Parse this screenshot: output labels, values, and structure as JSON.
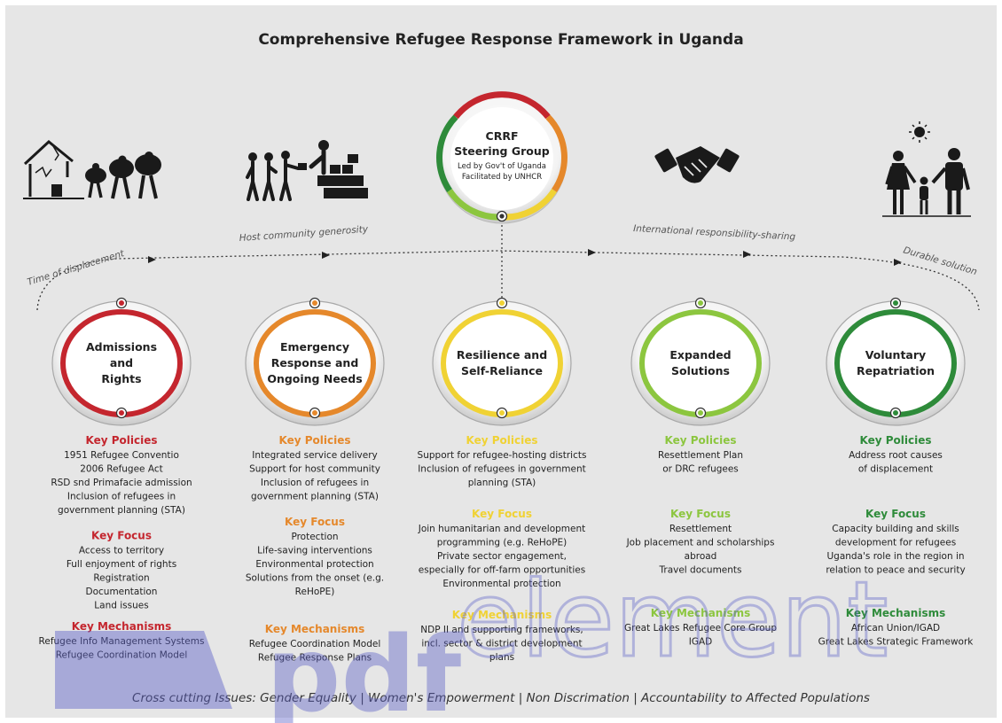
{
  "title": "Comprehensive Refugee Response Framework in Uganda",
  "steering": {
    "title_line1": "CRRF",
    "title_line2": "Steering Group",
    "sub_line1": "Led by Gov't of Uganda",
    "sub_line2": "Facilitated by UNHCR"
  },
  "stages": [
    "Time of displacement",
    "Host community generosity",
    "International responsibility-sharing",
    "Durable solution"
  ],
  "colors": {
    "red": "#c4262e",
    "orange": "#e5882b",
    "yellow": "#f0d234",
    "lightgreen": "#8cc63f",
    "green": "#2e8b3a",
    "background": "#e6e6e6"
  },
  "pillars": [
    {
      "label": [
        "Admissions",
        "and",
        "Rights"
      ],
      "color": "#c4262e",
      "policies_title": "Key Policies",
      "policies": [
        "1951 Refugee Conventio",
        "2006 Refugee Act",
        "RSD snd Primafacie admission",
        "Inclusion of refugees in",
        "government planning (STA)"
      ],
      "focus_title": "Key Focus",
      "focus": [
        "Access to territory",
        "Full enjoyment of rights",
        "Registration",
        "Documentation",
        "Land issues"
      ],
      "mech_title": "Key Mechanisms",
      "mechanisms": [
        "Refugee Info Management Systems",
        "Refugee Coordination Model"
      ]
    },
    {
      "label": [
        "Emergency",
        "Response and",
        "Ongoing Needs"
      ],
      "color": "#e5882b",
      "policies_title": "Key Policies",
      "policies": [
        "Integrated service delivery",
        "Support for host community",
        "Inclusion of refugees in",
        "government planning (STA)"
      ],
      "focus_title": "Key Focus",
      "focus": [
        "Protection",
        "Life-saving interventions",
        "Environmental protection",
        "Solutions from the onset (e.g.",
        "ReHoPE)"
      ],
      "mech_title": "Key Mechanisms",
      "mechanisms": [
        "Refugee Coordination Model",
        "Refugee Response Plans"
      ]
    },
    {
      "label": [
        "Resilience and",
        "Self-Reliance"
      ],
      "color": "#f0d234",
      "policies_title": "Key Policies",
      "policies": [
        "Support for refugee-hosting districts",
        "Inclusion of refugees in government",
        "planning (STA)"
      ],
      "focus_title": "Key Focus",
      "focus": [
        "Join humanitarian and development",
        "programming (e.g. ReHoPE)",
        "Private sector engagement,",
        "especially for off-farm opportunities",
        "Environmental protection"
      ],
      "mech_title": "Key Mechanisms",
      "mechanisms": [
        "NDP II and supporting frameworks,",
        "incl. sector & district development",
        "plans"
      ]
    },
    {
      "label": [
        "Expanded",
        "Solutions"
      ],
      "color": "#8cc63f",
      "policies_title": "Key Policies",
      "policies": [
        "Resettlement Plan",
        "or DRC refugees"
      ],
      "focus_title": "Key Focus",
      "focus": [
        "Resettlement",
        "Job placement and scholarships",
        "abroad",
        "Travel documents"
      ],
      "mech_title": "Key Mechanisms",
      "mechanisms": [
        "Great Lakes Refugee Core Group",
        "IGAD"
      ]
    },
    {
      "label": [
        "Voluntary",
        "Repatriation"
      ],
      "color": "#2e8b3a",
      "policies_title": "Key Policies",
      "policies": [
        "Address root causes",
        "of displacement"
      ],
      "focus_title": "Key Focus",
      "focus": [
        "Capacity building and skills",
        "development for refugees",
        "Uganda's role in the region in",
        "relation to peace and security"
      ],
      "mech_title": "Key Mechanisms",
      "mechanisms": [
        "African Union/IGAD",
        "Great Lakes Strategic Framework"
      ]
    }
  ],
  "cross_cutting": "Cross cutting Issues: Gender Equality | Women's Empowerment | Non Discrimation | Accountability to Affected Populations",
  "watermark": {
    "bold": "pdf",
    "light": "element"
  },
  "icons": [
    "destroyed-house-refugees-icon",
    "aid-distribution-icon",
    "handshake-icon",
    "family-sun-icon"
  ]
}
